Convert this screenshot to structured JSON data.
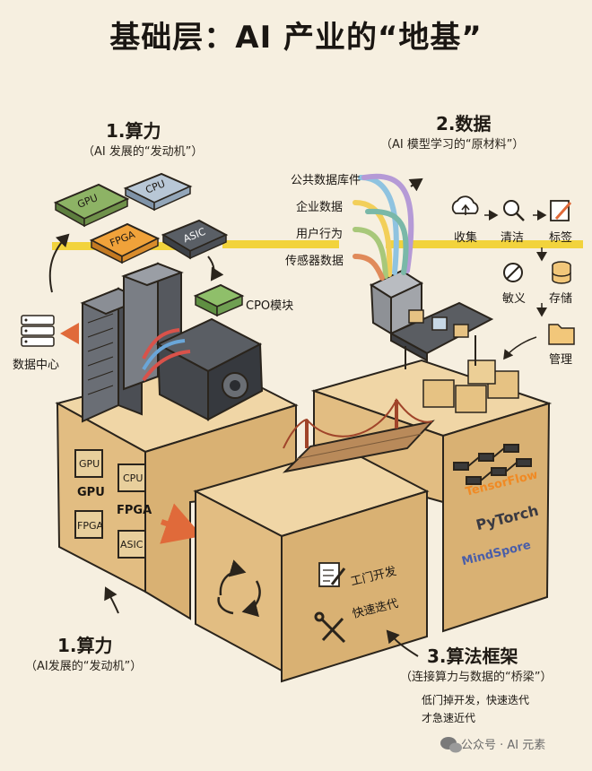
{
  "title": "基础层：AI 产业的“地基”",
  "compute": {
    "heading_top": "1.算力",
    "sub_top": "（AI 发展的“发动机”）",
    "heading_bottom": "1.算力",
    "sub_bottom": "（AI发展的“发动机”）",
    "chips": [
      "GPU",
      "CPU",
      "FPGA",
      "ASIC"
    ],
    "cpo_label": "CPO模块",
    "datacenter_label": "数据中心",
    "box_chips": [
      "GPU",
      "CPU",
      "FPGA",
      "ASIC"
    ],
    "box_captions": [
      "GPU",
      "FPGA"
    ]
  },
  "data": {
    "heading": "2.数据",
    "sub": "（AI 模型学习的“原材料”）",
    "sources": [
      "公共数据库件",
      "企业数据",
      "用户行为",
      "传感器数据"
    ],
    "pipeline": [
      "收集",
      "清洁",
      "标签",
      "敏义",
      "存储",
      "管理"
    ]
  },
  "algorithm": {
    "heading": "3.算法框架",
    "sub": "（连接算力与数据的“桥梁”）",
    "note_line1": "低门掉开发，快速迭代",
    "note_line2": "才急速近代",
    "box_labels": [
      "工门开发",
      "快速迭代"
    ],
    "frameworks": [
      "TensorFlow",
      "PyTorch",
      "MindSpore"
    ]
  },
  "footer": "公众号 · AI 元素",
  "colors": {
    "background": "#f6efe0",
    "cardboard": "#e8c88e",
    "highlight": "#f2cf2a",
    "arrow_orange": "#e06a3a"
  }
}
